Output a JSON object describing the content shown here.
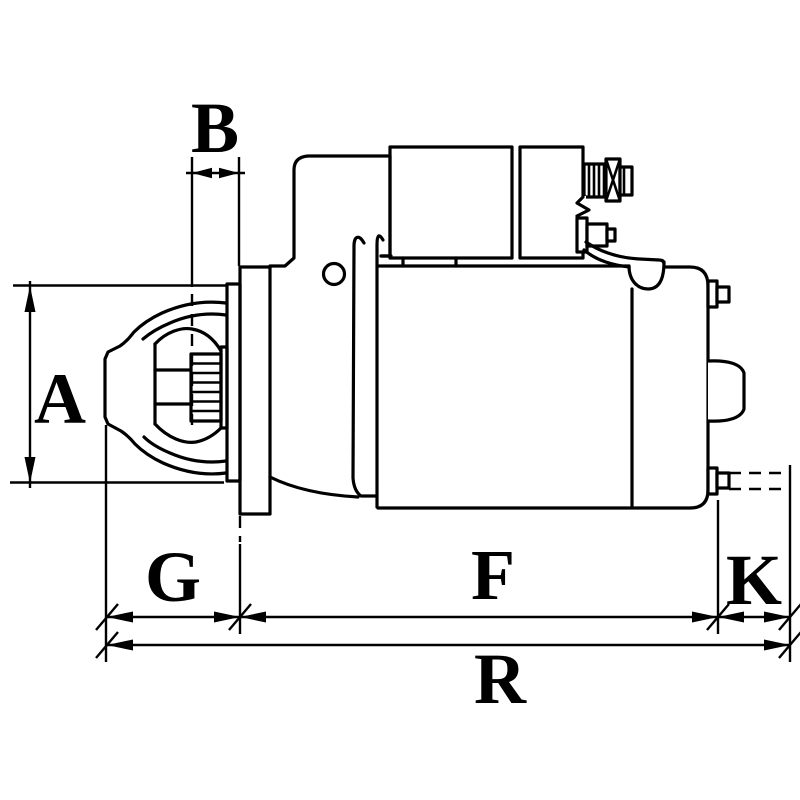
{
  "figure": {
    "type": "technical-drawing",
    "subject": "starter motor side view with dimension callouts",
    "background_color": "#ffffff",
    "line_color": "#000000",
    "dimension_labels": {
      "pilot_height": "A",
      "pinion_offset": "B",
      "nose_length": "G",
      "body_length": "F",
      "rear_stud_overhang": "K",
      "overall_length": "R"
    }
  }
}
